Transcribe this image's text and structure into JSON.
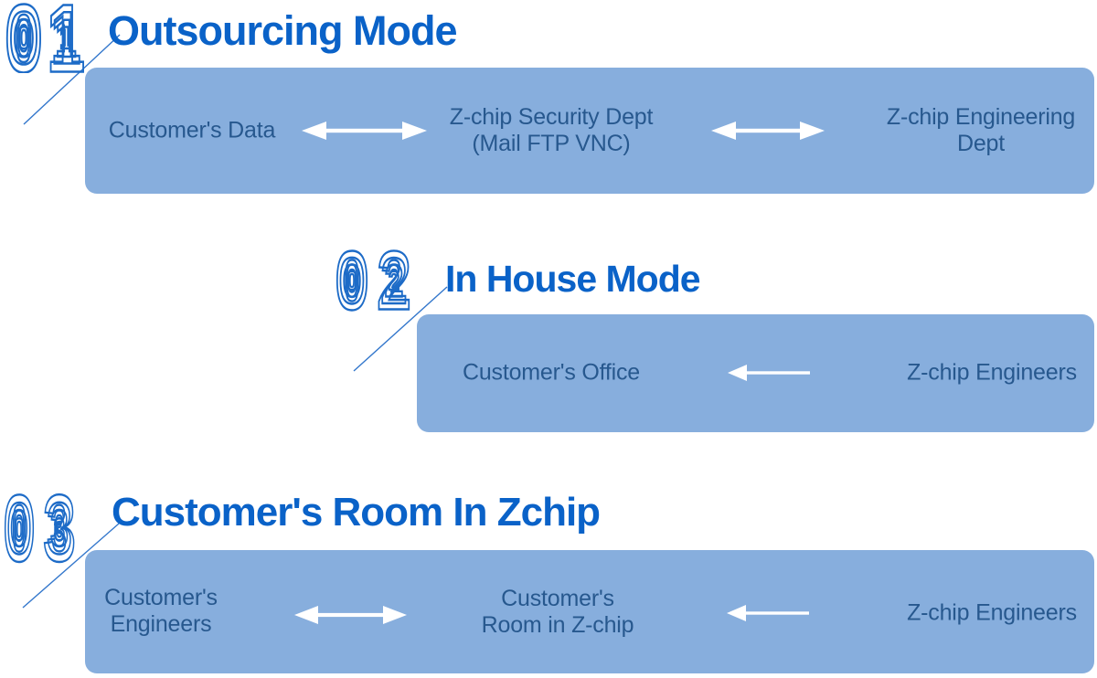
{
  "colors": {
    "page_bg": "#ffffff",
    "title_blue": "#0a62c8",
    "number_blue": "#1d6bc7",
    "line_blue": "#3377cc",
    "box_fill": "#87aedd",
    "box_text": "#27588e",
    "arrow_white": "#ffffff"
  },
  "sections": [
    {
      "number": "01",
      "digits": [
        "0",
        "1"
      ],
      "title": "Outsourcing Mode",
      "nodes": [
        {
          "line1": "Customer's Data",
          "line2": ""
        },
        {
          "line1": "Z-chip Security Dept",
          "line2": "(Mail FTP VNC)"
        },
        {
          "line1": "Z-chip Engineering",
          "line2": "Dept"
        }
      ],
      "arrows": [
        "bidirectional",
        "bidirectional"
      ]
    },
    {
      "number": "02",
      "digits": [
        "0",
        "2"
      ],
      "title": "In House Mode",
      "nodes": [
        {
          "line1": "Customer's Office",
          "line2": ""
        },
        {
          "line1": "Z-chip Engineers",
          "line2": ""
        }
      ],
      "arrows": [
        "left"
      ]
    },
    {
      "number": "03",
      "digits": [
        "0",
        "3"
      ],
      "title": "Customer's Room In Zchip",
      "nodes": [
        {
          "line1": "Customer's",
          "line2": "Engineers"
        },
        {
          "line1": "Customer's",
          "line2": "Room in Z-chip"
        },
        {
          "line1": "Z-chip Engineers",
          "line2": ""
        }
      ],
      "arrows": [
        "bidirectional",
        "left"
      ]
    }
  ]
}
